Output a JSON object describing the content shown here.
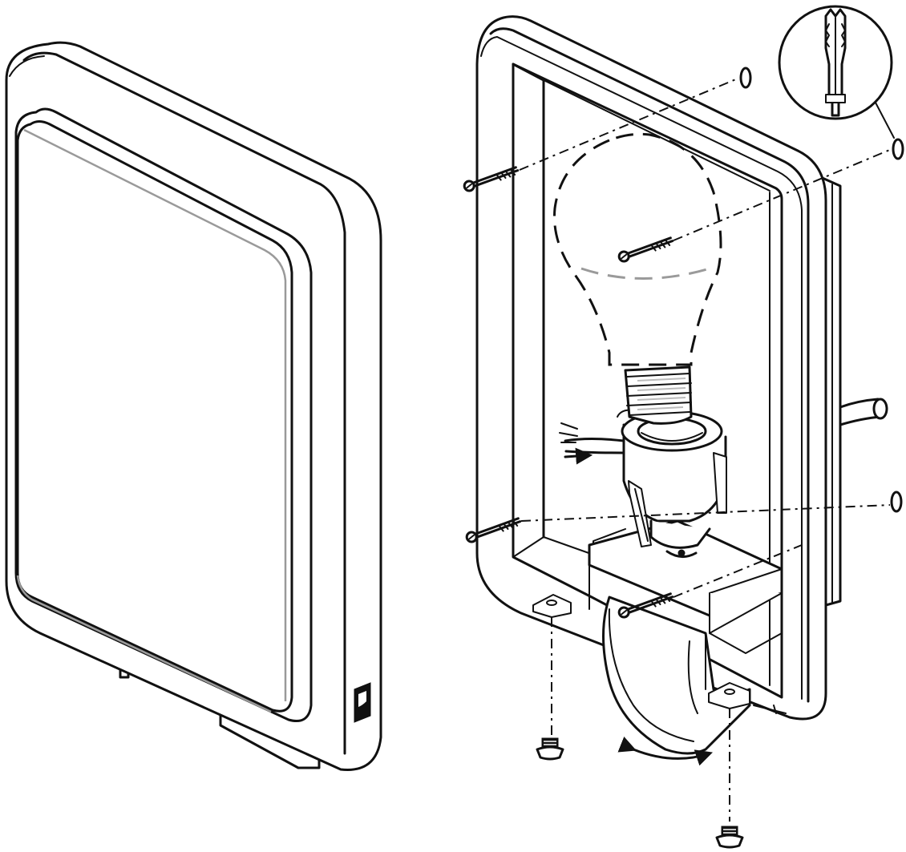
{
  "diagram": {
    "parts": [
      {
        "id": "cover",
        "icon": "lamp-cover-icon"
      },
      {
        "id": "housing",
        "icon": "wall-housing-icon"
      },
      {
        "id": "bulb",
        "icon": "light-bulb-icon"
      },
      {
        "id": "socket",
        "icon": "lamp-socket-icon"
      },
      {
        "id": "screws",
        "icon": "wall-screw-icon"
      },
      {
        "id": "wall_plug",
        "icon": "wall-plug-icon"
      },
      {
        "id": "bracket",
        "icon": "mounting-bracket-icon"
      },
      {
        "id": "rotation",
        "icon": "rotate-arrow-icon"
      }
    ]
  }
}
